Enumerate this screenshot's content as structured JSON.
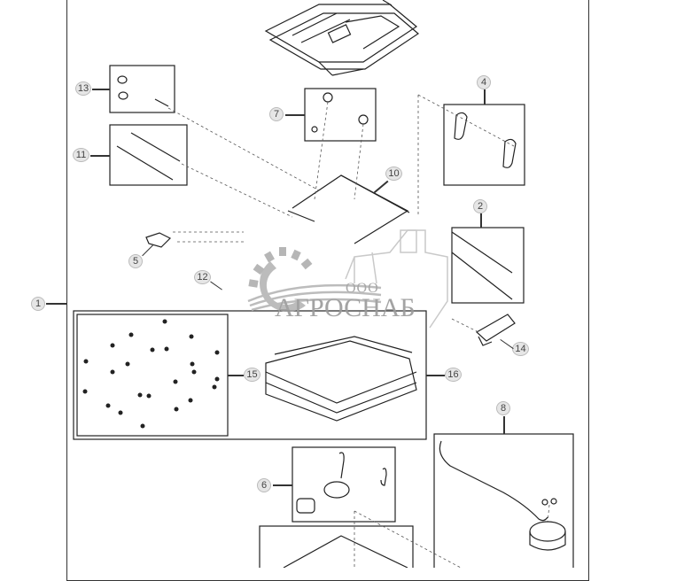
{
  "diagram": {
    "type": "exploded-parts-diagram",
    "subject": "seat assembly",
    "callouts": [
      {
        "id": "1",
        "label": "1"
      },
      {
        "id": "2",
        "label": "2"
      },
      {
        "id": "4",
        "label": "4"
      },
      {
        "id": "5",
        "label": "5"
      },
      {
        "id": "6",
        "label": "6"
      },
      {
        "id": "7",
        "label": "7"
      },
      {
        "id": "8",
        "label": "8"
      },
      {
        "id": "10",
        "label": "10"
      },
      {
        "id": "11",
        "label": "11"
      },
      {
        "id": "12",
        "label": "12"
      },
      {
        "id": "13",
        "label": "13"
      },
      {
        "id": "14",
        "label": "14"
      },
      {
        "id": "15",
        "label": "15"
      },
      {
        "id": "16",
        "label": "16"
      }
    ]
  },
  "watermark": {
    "prefix": "ООО",
    "name": "АГРОСНАБ",
    "color": "#9a9a9a"
  },
  "colors": {
    "line": "#333333",
    "callout_fill": "#e6e6e6",
    "background": "#ffffff"
  }
}
